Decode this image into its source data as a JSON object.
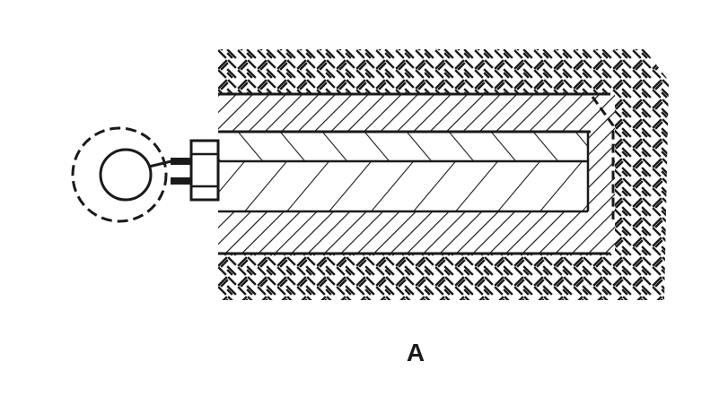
{
  "figure": {
    "label": "A",
    "ink_color": "#1a1a1a",
    "background_color": "#ffffff",
    "parts": [
      "eye-bolt-icon",
      "hex-nut",
      "threaded-rod",
      "anchor-sleeve",
      "bore-hole",
      "concrete-substrate"
    ]
  }
}
